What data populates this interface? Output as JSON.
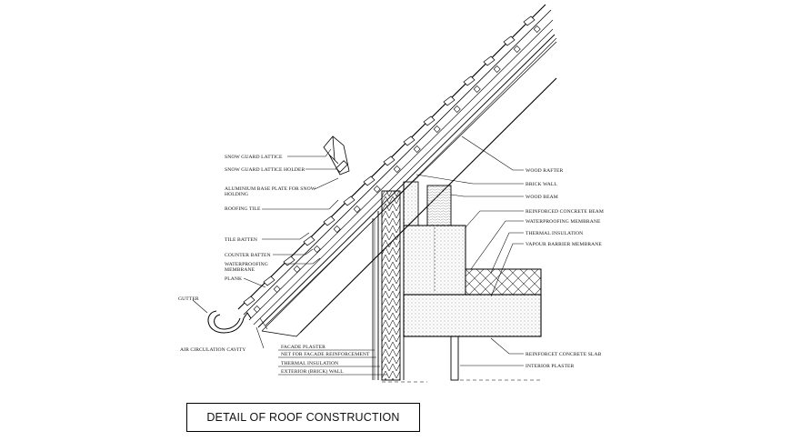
{
  "title": "DETAIL OF ROOF CONSTRUCTION",
  "colors": {
    "line": "#000000",
    "hatch": "#555555",
    "background": "#ffffff"
  },
  "labels_left": [
    "SNOW GUARD LATTICE",
    "SNOW GUARD LATTICE HOLDER",
    "ALUMINIUM BASE PLATE FOR SNOW",
    "HOLDING",
    "ROOFING TILE",
    "TILE BATTEN",
    "COUNTER BATTEN",
    "WATERPROOFING",
    "MEMBRANE",
    "PLANK",
    "GUTTER",
    "AIR CIRCULATION CAVITY"
  ],
  "labels_right": [
    "WOOD RAFTER",
    "BRICK WALL",
    "WOOD BEAM",
    "REINFORCED CONCRETE BEAM",
    "WATERPROOFING MEMBRANE",
    "THERMAL INSULATION",
    "VAPOUR BARRIER MEMBRANE",
    "REINFORCET CONCRETE SLAB",
    "INTERIOR PLASTER"
  ],
  "labels_bottom": [
    "FACADE PLASTER",
    "NET FOR FACADE REINFORCEMENT",
    "THERMAL INSULATION",
    "EXTERIOR (BRICK) WALL"
  ]
}
